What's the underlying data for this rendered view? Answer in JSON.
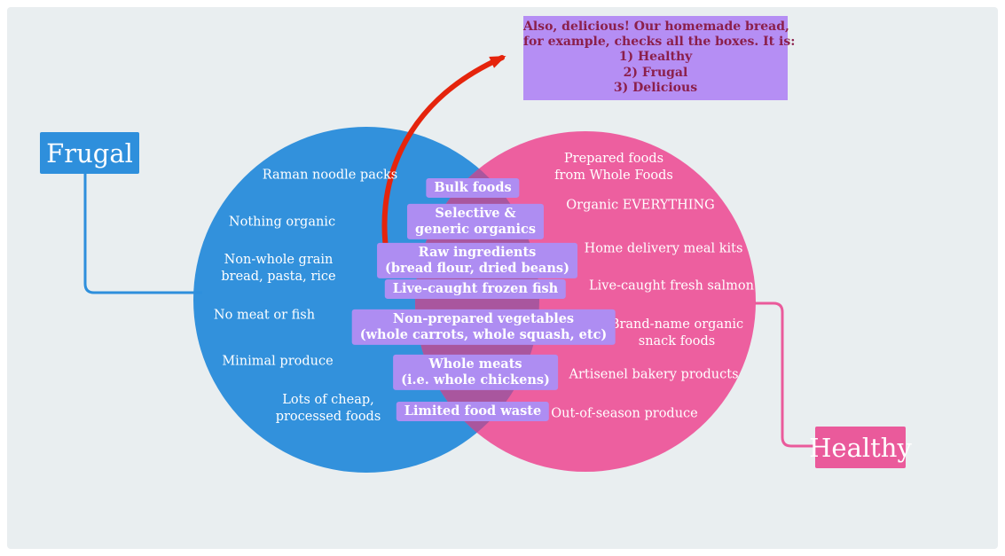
{
  "diagram_type": "venn",
  "colors": {
    "background": "#e9eef0",
    "blue_circle": "#3291dc",
    "pink_circle": "#ed5f9f",
    "overlap": "#a9569e",
    "shared_box": "#ae8df2",
    "annotation_bg": "#b58ef4",
    "annotation_text": "#8b1f4b",
    "arrow_red": "#e5240c",
    "frugal_box": "#2e8fdc",
    "healthy_box": "#ea5a9b"
  },
  "venn": {
    "left": {
      "label": "Frugal",
      "items": [
        "Raman noodle packs",
        "Nothing organic",
        "Non-whole grain\nbread, pasta, rice",
        "No meat or fish",
        "Minimal produce",
        "Lots of cheap,\nprocessed foods"
      ]
    },
    "right": {
      "label": "Healthy",
      "items": [
        "Prepared foods\nfrom Whole Foods",
        "Organic EVERYTHING",
        "Home delivery meal kits",
        "Live-caught fresh salmon",
        "Brand-name organic\nsnack foods",
        "Artisenel bakery products",
        "Out-of-season produce"
      ]
    },
    "intersection": {
      "items": [
        "Bulk foods",
        "Selective &\ngeneric organics",
        "Raw ingredients\n(bread flour, dried beans)",
        "Live-caught frozen fish",
        "Non-prepared vegetables\n(whole carrots, whole squash, etc)",
        "Whole meats\n(i.e. whole chickens)",
        "Limited food waste"
      ]
    }
  },
  "annotation": {
    "text": "Also, delicious! Our homemade bread,\nfor example, checks all the boxes. It is:\n1) Healthy\n2) Frugal\n3) Delicious"
  }
}
